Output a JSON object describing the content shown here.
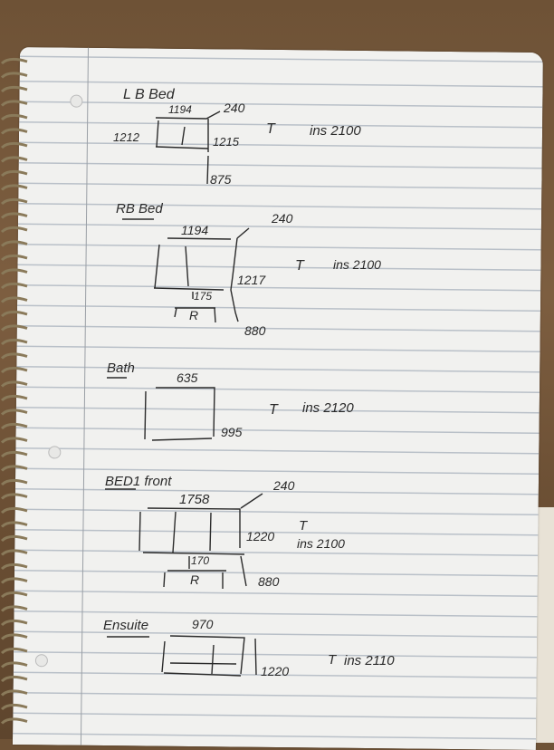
{
  "sections": [
    {
      "title": "L B Bed",
      "width": "1194",
      "offset": "240",
      "left": "1212",
      "right": "1215",
      "below": "875",
      "type": "T",
      "spec": "ins 2100"
    },
    {
      "title": "RB Bed",
      "width": "1194",
      "offset": "240",
      "right": "1217",
      "gap": "175",
      "box": "R",
      "below": "880",
      "type": "T",
      "spec": "ins 2100"
    },
    {
      "title": "Bath",
      "width": "635",
      "right": "995",
      "type": "T",
      "spec": "ins 2120"
    },
    {
      "title": "BED1 front",
      "width": "1758",
      "offset": "240",
      "right": "1220",
      "gap": "170",
      "box": "R",
      "below": "880",
      "type": "T",
      "spec": "ins 2100"
    },
    {
      "title": "Ensuite",
      "width": "970",
      "right": "1220",
      "type": "T",
      "spec": "ins 2110"
    }
  ]
}
